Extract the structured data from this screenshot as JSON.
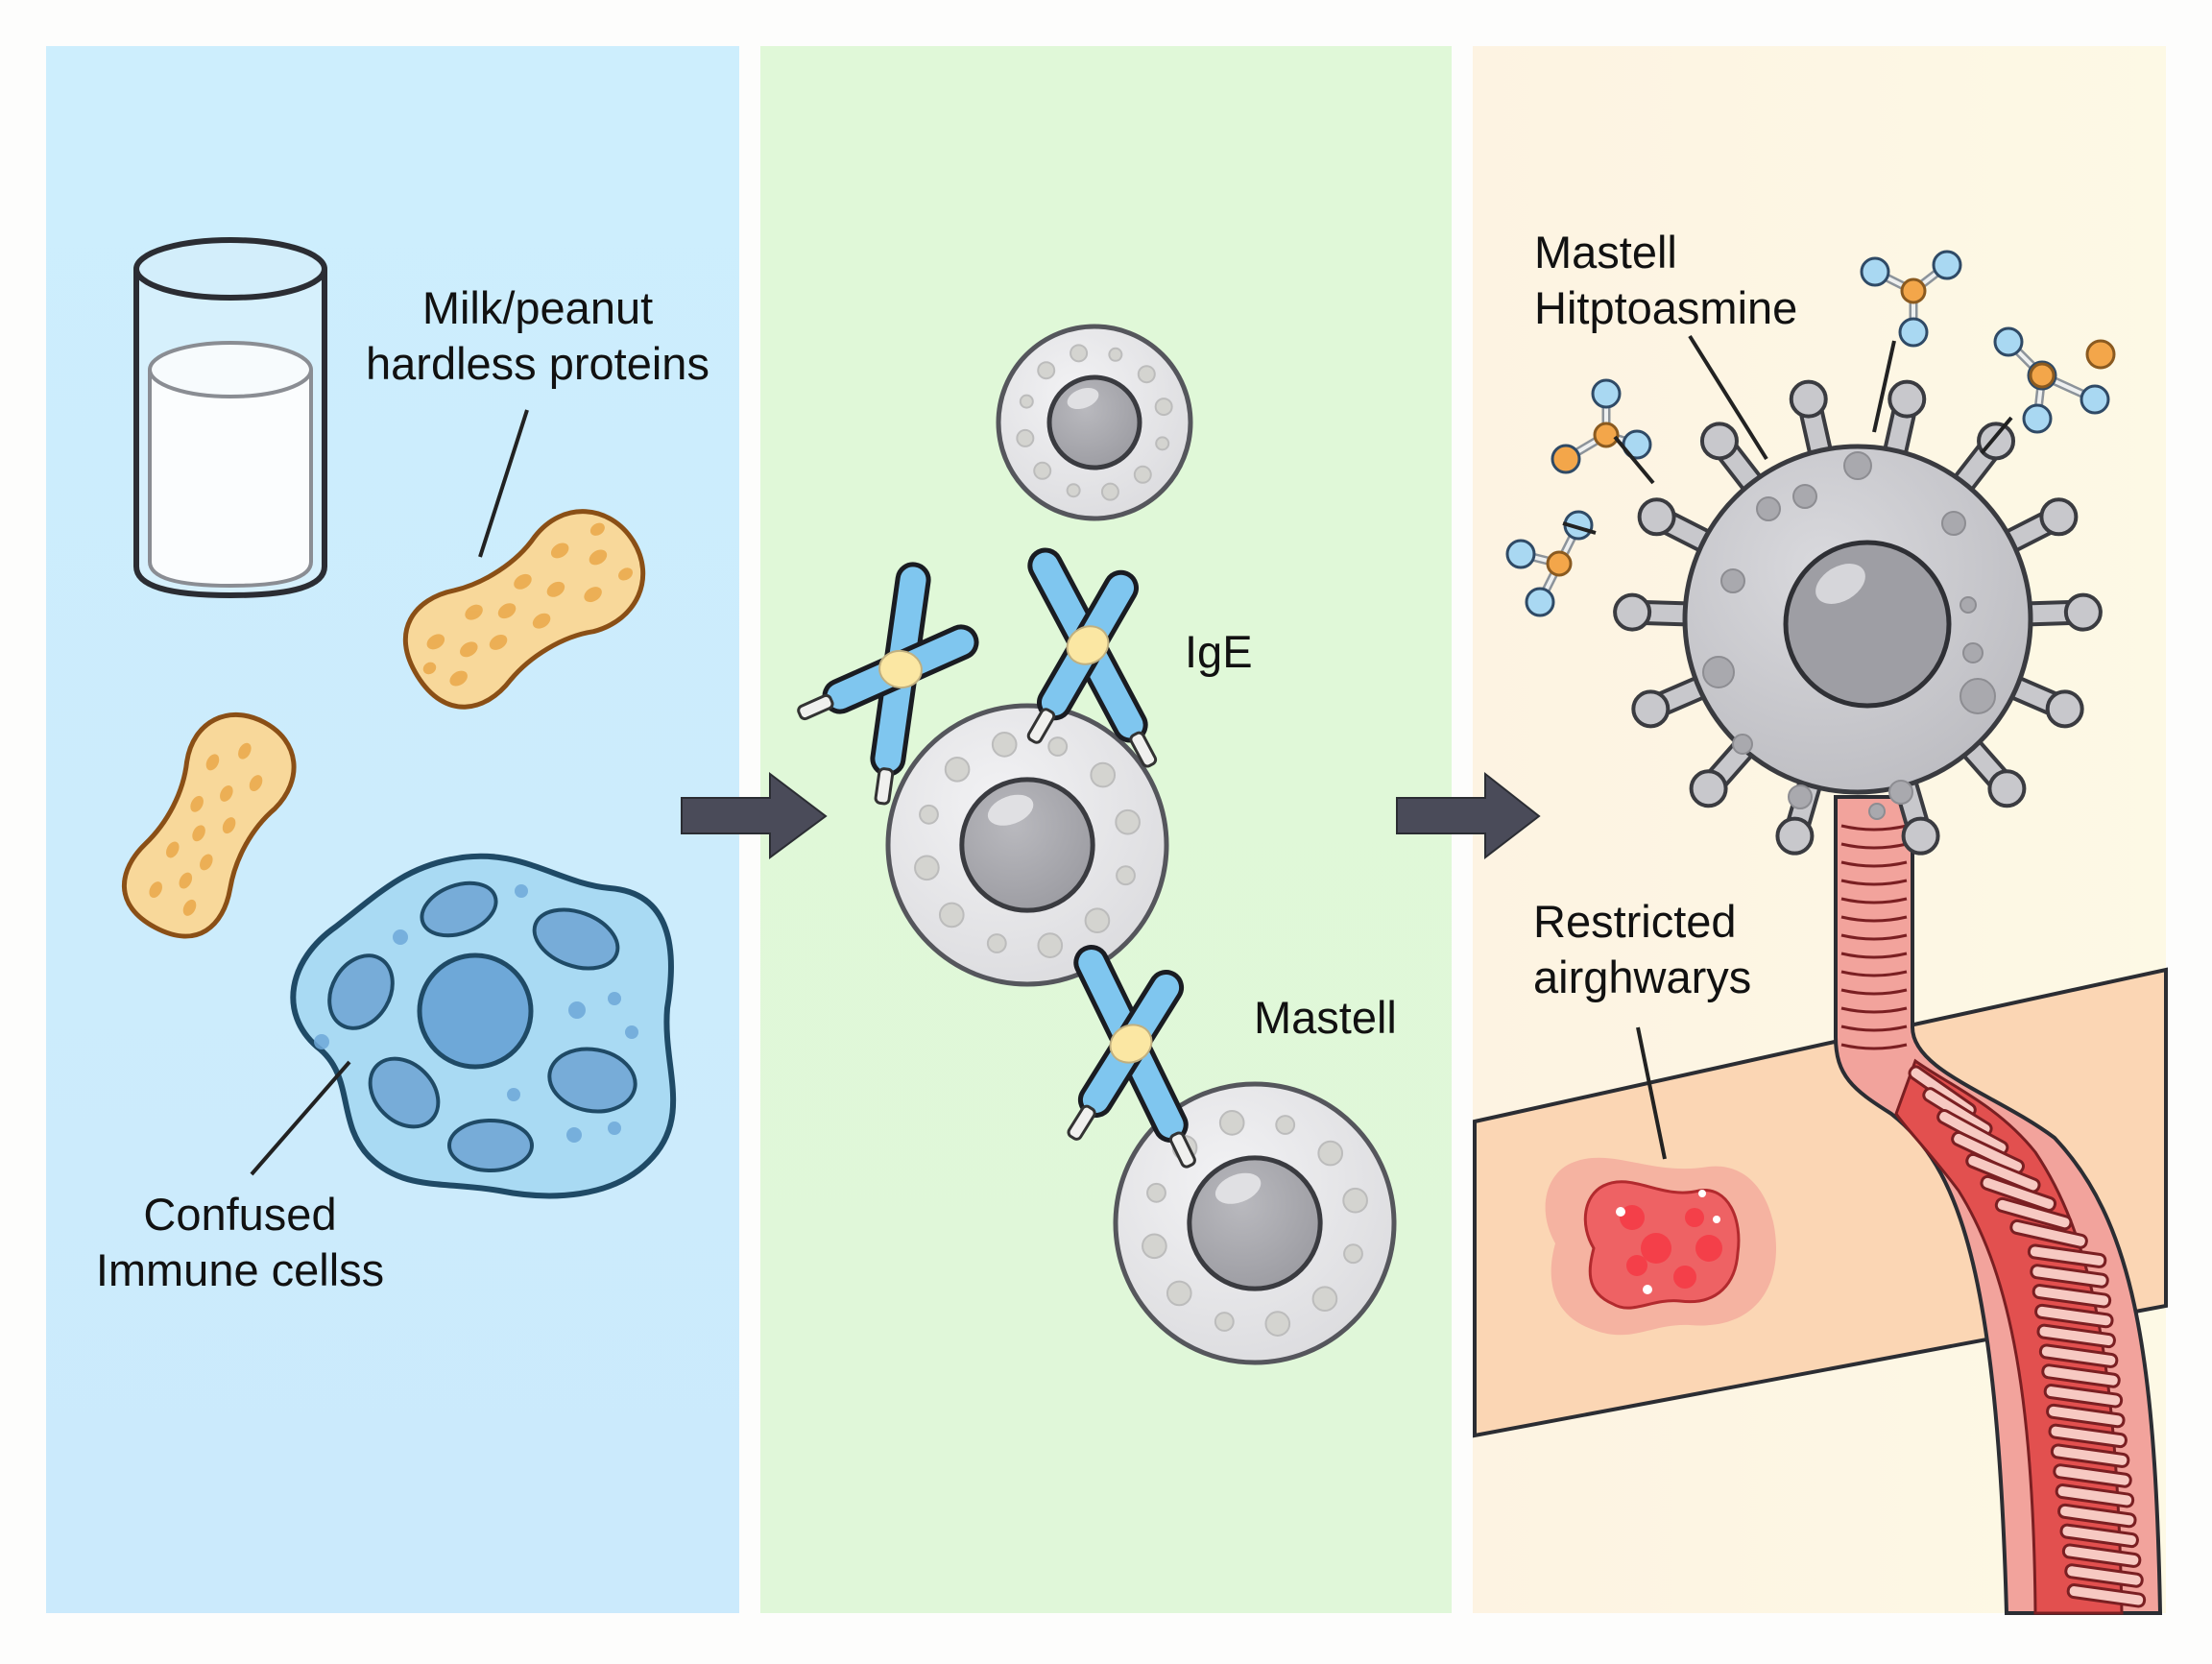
{
  "diagram": {
    "title": "Food allergy mechanism: allergen exposure, IgE sensitization, mast cell degranulation",
    "colors": {
      "panel_1_bg": "#cdeefc",
      "panel_2_bg": "#e2f8da",
      "panel_3_bg": "#fdf6e4",
      "arrow": "#4a4b59",
      "outline": "#2b2d33",
      "immune_cell": "#a9daf3",
      "immune_organelle": "#6ea8d8",
      "peanut": "#f8d89a",
      "peanut_spot": "#eaa94a",
      "mast_cell": "#e6e6e8",
      "mast_nucleus": "#a8a8ad",
      "antibody": "#7fc6ef",
      "antibody_hinge": "#fbe7a3",
      "histamine_blue": "#a9d8f2",
      "histamine_orange": "#f3a64a",
      "airway": "#f2a39c",
      "airway_inner": "#e2504f",
      "skin": "#fbd6b4",
      "rash": "#ee5a5c"
    },
    "panels": [
      {
        "id": "allergen-exposure",
        "labels": [
          {
            "id": "proteins",
            "lines": [
              "Milk/peanut",
              "hardless proteins"
            ]
          },
          {
            "id": "immune-cells",
            "lines": [
              "Confused",
              "Immune cellss"
            ]
          }
        ]
      },
      {
        "id": "sensitization",
        "labels": [
          {
            "id": "ige",
            "lines": [
              "IgE"
            ]
          },
          {
            "id": "mast-cell",
            "lines": [
              "Mastell"
            ]
          }
        ]
      },
      {
        "id": "reaction",
        "labels": [
          {
            "id": "histamine",
            "lines": [
              "Mastell",
              "Hitptoasmine"
            ]
          },
          {
            "id": "airways",
            "lines": [
              "Restricted",
              "airghwarys"
            ]
          }
        ]
      }
    ],
    "arrows": [
      {
        "from": "allergen-exposure",
        "to": "sensitization"
      },
      {
        "from": "sensitization",
        "to": "reaction"
      }
    ]
  }
}
